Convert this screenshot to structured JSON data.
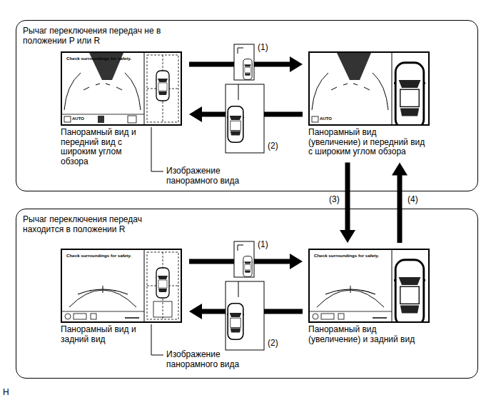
{
  "diagram": {
    "nodes": [
      {
        "text": [
          "Рычаг переключения передач не в положении P или R"
        ]
      },
      {
        "text": [
          "Check surroundings for safety.",
          "AUTO",
          "Панорамный вид и передний вид с широким углом обзора"
        ],
        "in": 0
      },
      {
        "text": [
          "AUTO",
          "Панорамный вид (увеличение) и передний вид с широким углом обзора"
        ],
        "in": 0
      },
      {
        "text": [
          "Рычаг переключения передач находится в положении R"
        ]
      },
      {
        "text": [
          "Check surroundings for safety.",
          "Панорамный вид и задний вид"
        ],
        "in": 3
      },
      {
        "text": [
          "Check surroundings for safety.",
          "Панорамный вид (увеличение) и задний вид"
        ],
        "in": 3
      }
    ],
    "edges": [
      {
        "from": 1,
        "to": 2,
        "label": "(1)",
        "arrow": "to"
      },
      {
        "from": 2,
        "to": 1,
        "label": "(2)",
        "arrow": "to"
      },
      {
        "from": 2,
        "to": 5,
        "label": "(3)",
        "arrow": "to"
      },
      {
        "from": 5,
        "to": 2,
        "label": "(4)",
        "arrow": "to"
      },
      {
        "from": 4,
        "to": 5,
        "label": "(1)",
        "arrow": "to"
      },
      {
        "from": 5,
        "to": 4,
        "label": "(2)",
        "arrow": "to"
      }
    ],
    "labels": [
      "Изображение панорамного вида",
      "Изображение панорамного вида",
      "H"
    ]
  }
}
